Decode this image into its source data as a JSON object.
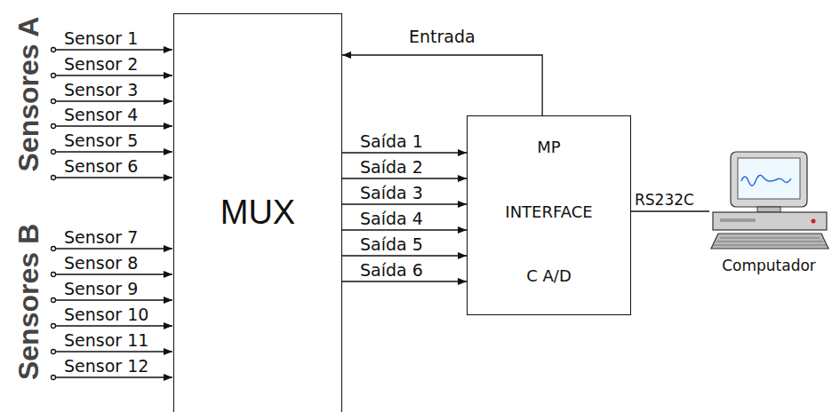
{
  "diagram": {
    "nodes": [
      {
        "text": [
          "MUX"
        ]
      },
      {
        "text": [
          "MP",
          "INTERFACE",
          "C A/D"
        ]
      },
      {
        "text": [
          "Computador"
        ]
      }
    ],
    "edges": [
      {
        "from": 0,
        "to": 1,
        "arrow": "to",
        "label": "Saída 1"
      },
      {
        "from": 0,
        "to": 1,
        "arrow": "to",
        "label": "Saída 2"
      },
      {
        "from": 0,
        "to": 1,
        "arrow": "to",
        "label": "Saída 3"
      },
      {
        "from": 0,
        "to": 1,
        "arrow": "to",
        "label": "Saída 4"
      },
      {
        "from": 0,
        "to": 1,
        "arrow": "to",
        "label": "Saída 5"
      },
      {
        "from": 0,
        "to": 1,
        "arrow": "to",
        "label": "Saída 6"
      },
      {
        "from": 1,
        "to": 0,
        "arrow": "to",
        "label": "Entrada"
      },
      {
        "from": 1,
        "to": 2,
        "arrow": "none",
        "label": "RS232C"
      }
    ],
    "labels": [
      "Sensores A",
      "Sensor 1",
      "Sensor 2",
      "Sensor 3",
      "Sensor 4",
      "Sensor 5",
      "Sensor 6",
      "Sensores B",
      "Sensor 7",
      "Sensor 8",
      "Sensor 9",
      "Sensor 10",
      "Sensor 11",
      "Sensor 12"
    ]
  }
}
